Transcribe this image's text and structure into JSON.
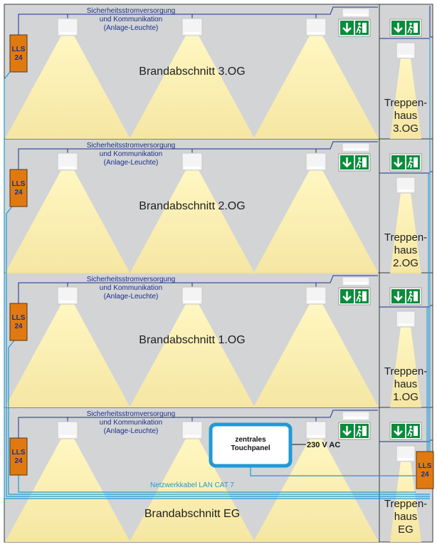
{
  "colors": {
    "floor_bg": "#d3d4d6",
    "light_beam": "#f7e7a0",
    "bus_line": "#1a2f8a",
    "lan_line": "#1f9ad6",
    "lls_box": "#e07a10",
    "exit_green": "#0a8c3c"
  },
  "floors": [
    {
      "bus_label": [
        "Sicherheitsstromversorgung",
        "und Kommunikation",
        "(Anlage-Leuchte)"
      ],
      "section_label": "Brandabschnitt 3.OG",
      "stair_label": [
        "Treppen-",
        "haus",
        "3.OG"
      ],
      "lls_label": [
        "LLS",
        "24"
      ]
    },
    {
      "bus_label": [
        "Sicherheitsstromversorgung",
        "und Kommunikation",
        "(Anlage-Leuchte)"
      ],
      "section_label": "Brandabschnitt 2.OG",
      "stair_label": [
        "Treppen-",
        "haus",
        "2.OG"
      ],
      "lls_label": [
        "LLS",
        "24"
      ]
    },
    {
      "bus_label": [
        "Sicherheitsstromversorgung",
        "und Kommunikation",
        "(Anlage-Leuchte)"
      ],
      "section_label": "Brandabschnitt 1.OG",
      "stair_label": [
        "Treppen-",
        "haus",
        "1.OG"
      ],
      "lls_label": [
        "LLS",
        "24"
      ]
    },
    {
      "bus_label": [
        "Sicherheitsstromversorgung",
        "und Kommunikation",
        "(Anlage-Leuchte)"
      ],
      "section_label": "Brandabschnitt EG",
      "stair_label": [
        "Treppen-",
        "haus",
        "EG"
      ],
      "lls_label": [
        "LLS",
        "24"
      ]
    }
  ],
  "stair_lls_label": [
    "LLS",
    "24"
  ],
  "touchpanel_label": [
    "zentrales",
    "Touchpanel"
  ],
  "power_label": "230 V AC",
  "lan_label": "Netzwerkkabel LAN CAT 7",
  "icons": {
    "exit_sign": "emergency-exit-sign-icon",
    "luminaire": "ceiling-luminaire-icon"
  }
}
